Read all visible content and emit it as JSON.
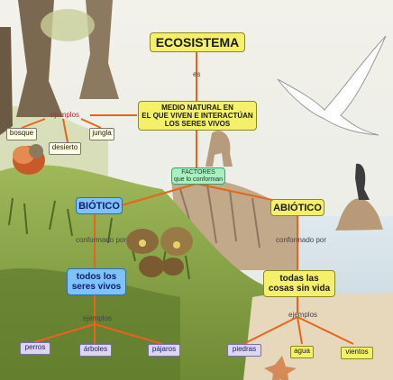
{
  "title": "ECOSISTEMA",
  "link_es": "es",
  "definition": [
    "MEDIO NATURAL EN",
    "EL QUE VIVEN E INTERACTÚAN",
    "LOS SERES VIVOS"
  ],
  "factores": "FACTORES",
  "link_conforman": "que lo conforman",
  "biotico": "BIÓTICO",
  "abiotico": "ABIÓTICO",
  "link_conformado_b": "conformado por",
  "link_conformado_a": "conformado por",
  "seres_vivos": [
    "todos los",
    "seres vivos"
  ],
  "sin_vida": [
    "todas las",
    "cosas sin vida"
  ],
  "link_ejemplos_top": "ejemplos",
  "link_ejemplos_b": "ejemplos",
  "link_ejemplos_a": "ejemplos",
  "habitats": [
    "bosque",
    "jungla",
    "desierto"
  ],
  "bio_examples": [
    "perros",
    "árboles",
    "pájaros"
  ],
  "abio_examples": [
    "piedras",
    "agua",
    "vientos"
  ],
  "colors": {
    "title_fill": "#f5f06a",
    "biotic_fill": "#7fc0ff",
    "connector": "#e8641e",
    "example_fill": "#dcd6f3"
  }
}
